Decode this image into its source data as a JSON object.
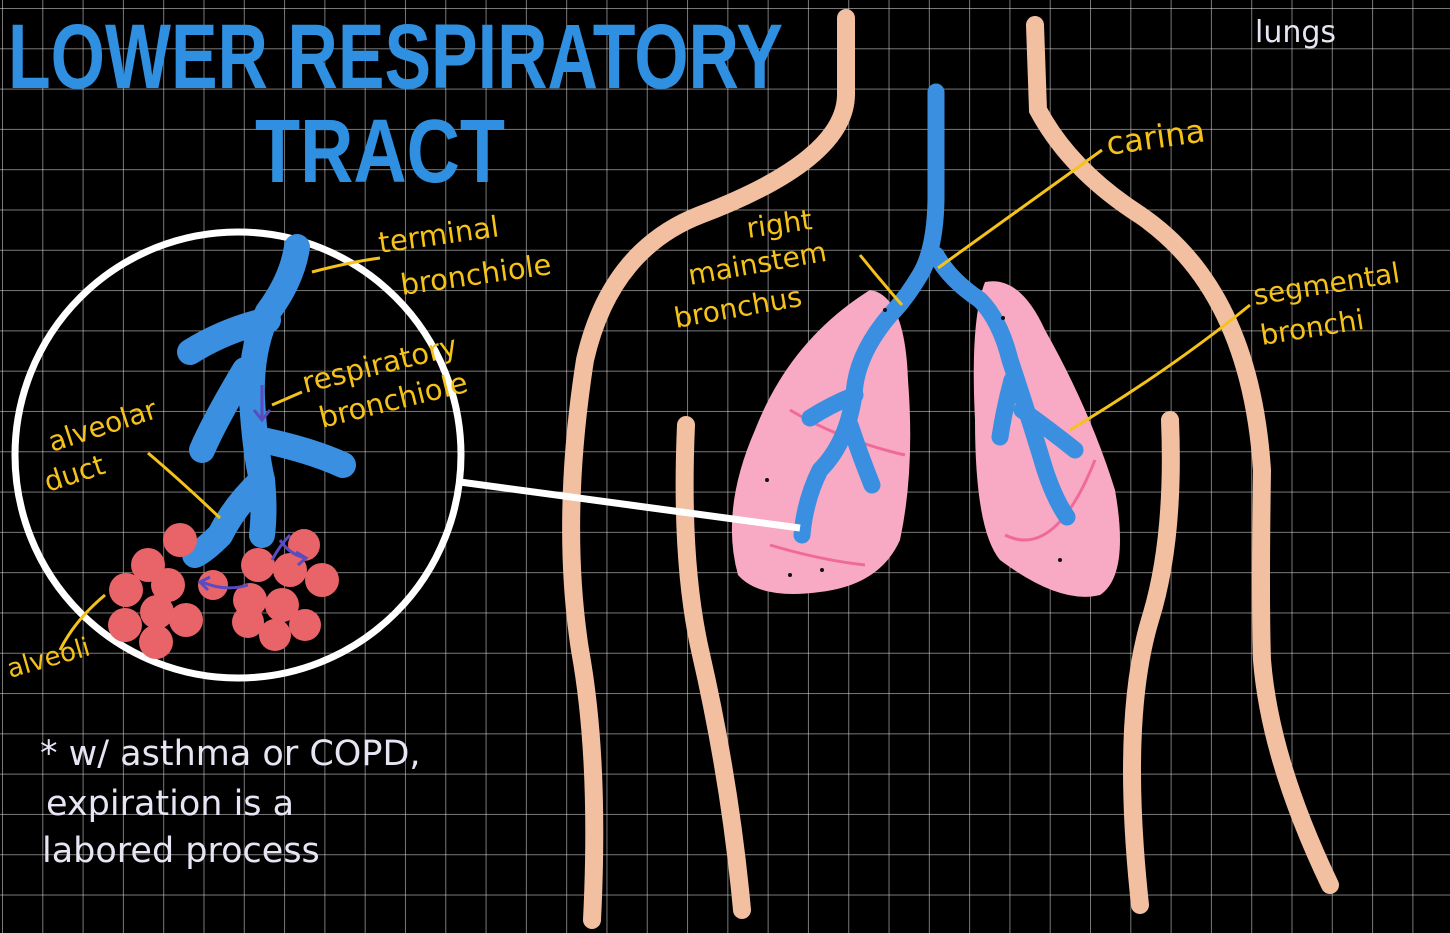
{
  "title": {
    "line1": "LOWER RESPIRATORY",
    "line2": "TRACT"
  },
  "corner_label": "lungs",
  "labels": {
    "terminal_bronchiole_1": "terminal",
    "terminal_bronchiole_2": "bronchiole",
    "respiratory_bronchiole_1": "respiratory",
    "respiratory_bronchiole_2": "bronchiole",
    "alveolar_duct_1": "alveolar",
    "alveolar_duct_2": "duct",
    "alveoli": "alveoli",
    "carina": "carina",
    "right_mainstem_1": "right",
    "right_mainstem_2": "mainstem",
    "right_mainstem_3": "bronchus",
    "segmental_1": "segmental",
    "segmental_2": "bronchi"
  },
  "note": {
    "line1": "* w/ asthma or COPD,",
    "line2": "expiration is a",
    "line3": "labored process"
  },
  "colors": {
    "title": "#2f8fe0",
    "airway": "#3a8fe0",
    "lung": "#f8a9c4",
    "alveoli": "#e86468",
    "body_outline": "#f2bfa0",
    "label": "#f5c21a",
    "note": "#e8e4f4"
  }
}
